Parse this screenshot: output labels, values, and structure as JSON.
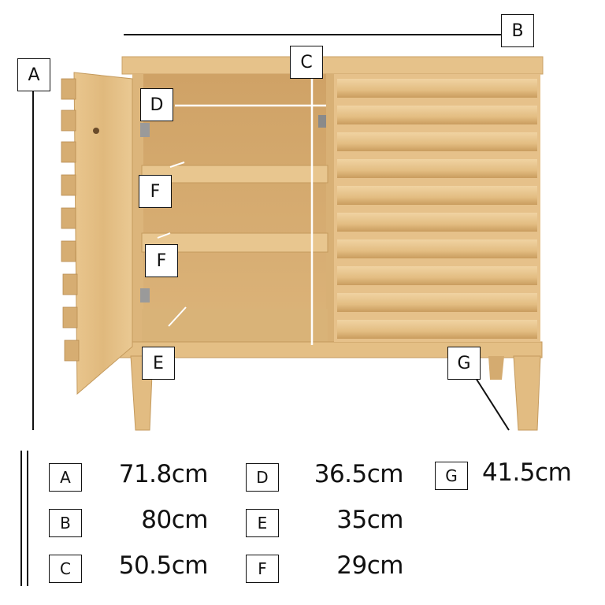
{
  "diagram": {
    "colors": {
      "wood": "#e2bd84",
      "wood_dark": "#c79a5c",
      "interior": "#d6ad70",
      "line": "#111111",
      "dim_line": "#ffffff"
    },
    "labels": {
      "A": "A",
      "B": "B",
      "C": "C",
      "D": "D",
      "E": "E",
      "F1": "F",
      "F2": "F",
      "G": "G"
    }
  },
  "legend": {
    "items": [
      {
        "key": "A",
        "value": "71.8cm"
      },
      {
        "key": "B",
        "value": "80cm"
      },
      {
        "key": "C",
        "value": "50.5cm"
      },
      {
        "key": "D",
        "value": "36.5cm"
      },
      {
        "key": "E",
        "value": "35cm"
      },
      {
        "key": "F",
        "value": "29cm"
      },
      {
        "key": "G",
        "value": "41.5cm"
      }
    ]
  }
}
